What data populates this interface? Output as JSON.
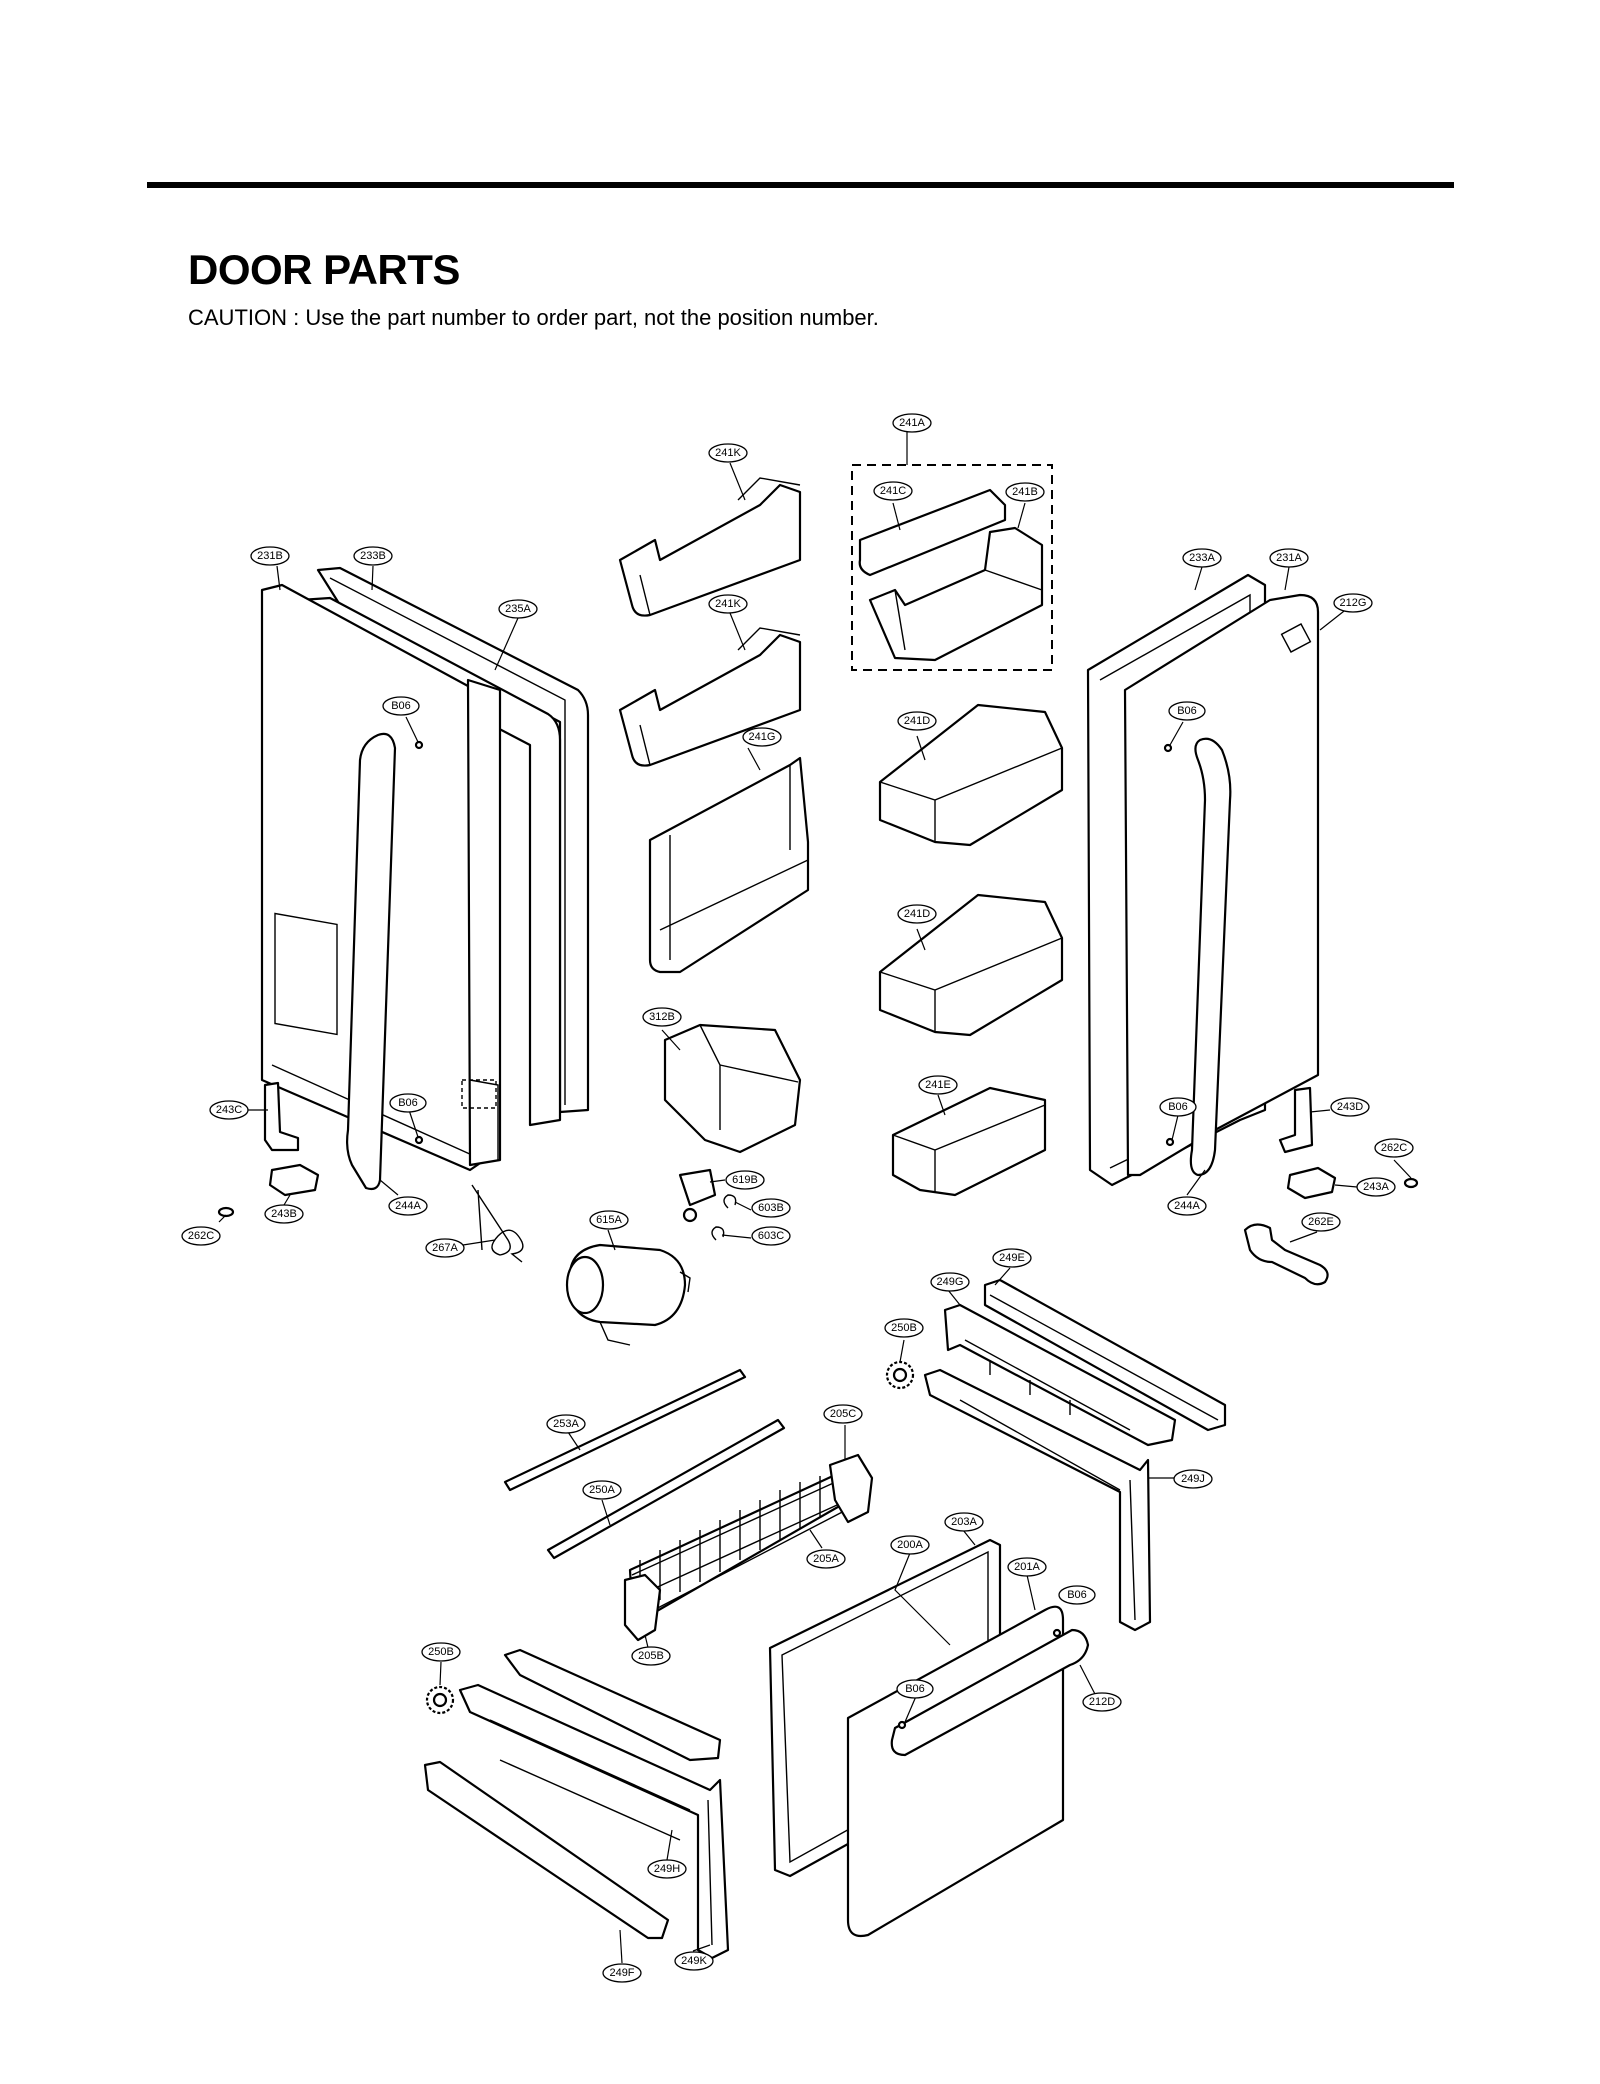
{
  "page": {
    "title": "DOOR PARTS",
    "caution": "CAUTION : Use the part number to order part, not the position number."
  },
  "labels": {
    "l241A": "241A",
    "l241K_top": "241K",
    "l241C": "241C",
    "l241B": "241B",
    "l231B": "231B",
    "l233B": "233B",
    "l235A": "235A",
    "l241K_mid": "241K",
    "l233A": "233A",
    "l231A": "231A",
    "l212G": "212G",
    "l241D_1": "241D",
    "l241G": "241G",
    "l241D_2": "241D",
    "l B06_L1": "B06",
    "lB06_L1": "B06",
    "lB06_R1": "B06",
    "l312B": "312B",
    "l241E": "241E",
    "l243C": "243C",
    "lB06_L2": "B06",
    "lB06_R2": "B06",
    "l243D": "243D",
    "l262C_R": "262C",
    "l619B": "619B",
    "l243A": "243A",
    "l244A_L": "244A",
    "l243B": "243B",
    "l603B": "603B",
    "l244A_R": "244A",
    "l262E": "262E",
    "l262C_L": "262C",
    "l267A": "267A",
    "l615A": "615A",
    "l603C": "603C",
    "l249E": "249E",
    "l249G": "249G",
    "l250B_top": "250B",
    "l253A": "253A",
    "l205C": "205C",
    "l249J": "249J",
    "l250A": "250A",
    "l203A": "203A",
    "l200A": "200A",
    "l205A": "205A",
    "l201A": "201A",
    "lB06_D1": "B06",
    "l205B": "205B",
    "l250B_bot": "250B",
    "lB06_D2": "B06",
    "l212D": "212D",
    "l249H": "249H",
    "l249F": "249F",
    "l249K": "249K"
  }
}
